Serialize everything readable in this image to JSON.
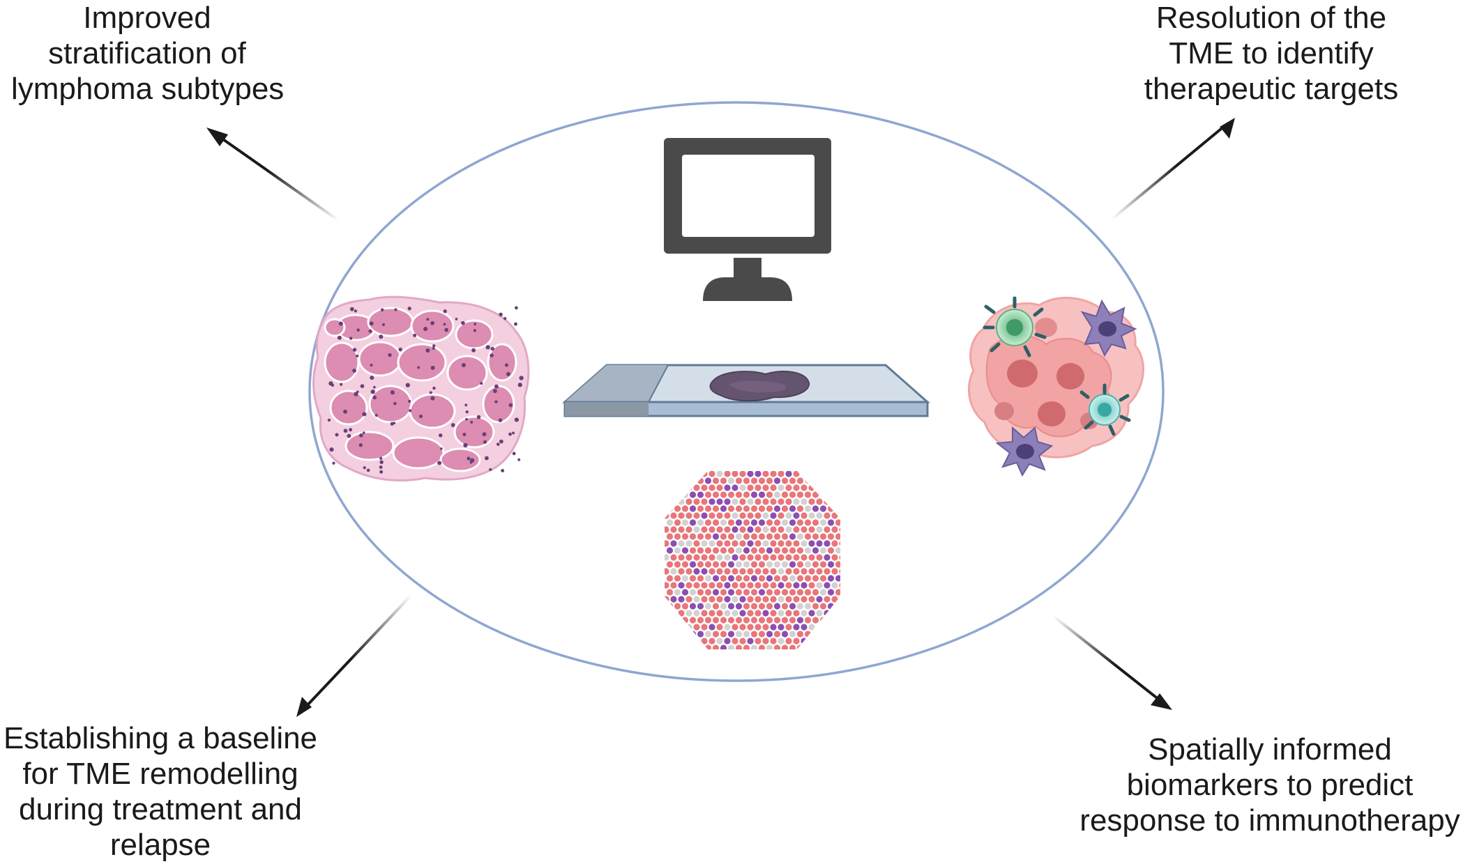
{
  "outcomes": {
    "top_left": [
      "Improved",
      "stratification of",
      "lymphoma subtypes"
    ],
    "top_right": [
      "Resolution of the",
      "TME to identify",
      "therapeutic targets"
    ],
    "bottom_left": [
      "Establishing a baseline",
      "for TME remodelling",
      "during treatment and",
      "relapse"
    ],
    "bottom_right": [
      "Spatially informed",
      "biomarkers to predict",
      "response to immunotherapy"
    ]
  },
  "colors": {
    "ellipse": "#8fa6d1",
    "arrow": "#1a1a1a",
    "monitor": "#4a4a4a",
    "tissue": "#e8a6c6",
    "slide": "#a9b9cc",
    "spot_red": "#e8767a",
    "spot_purple": "#8a4fb0",
    "spot_grey": "#d2d2d2",
    "tumor_cell": "#f2a3a3"
  }
}
